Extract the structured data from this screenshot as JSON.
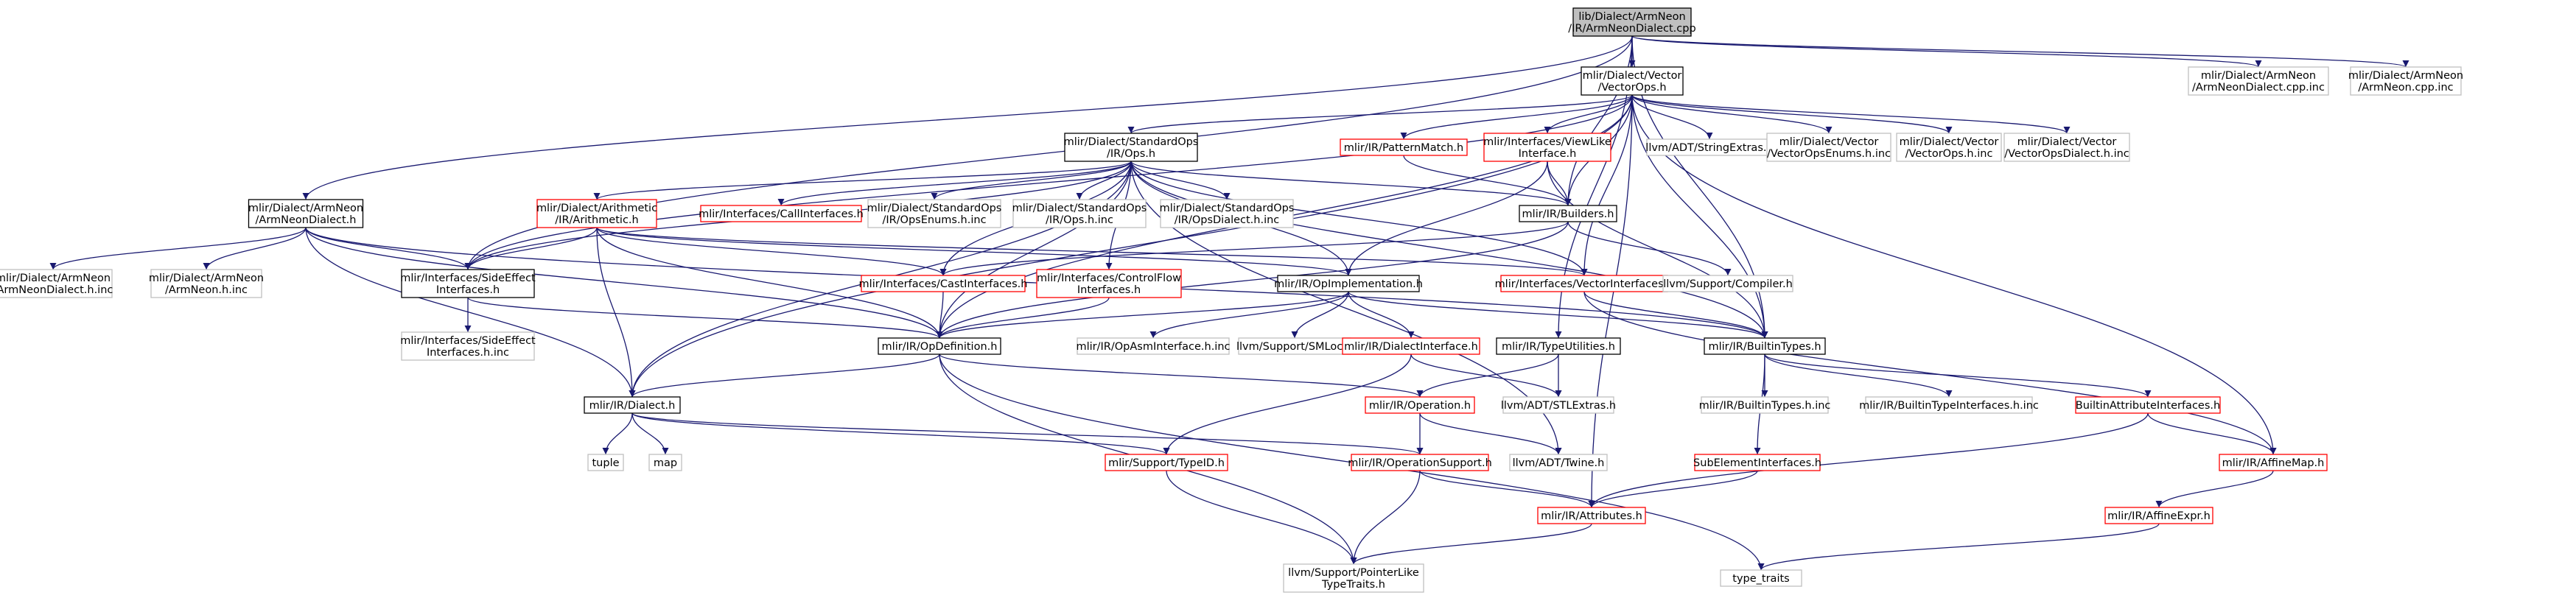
{
  "colors": {
    "edge": "#191970",
    "text": "#000000",
    "box_black": "#000000",
    "box_red": "#ff0000",
    "box_gray": "#bfbfbf",
    "root_fill": "#bfbfbf",
    "fill": "#ffffff"
  },
  "nodes": [
    {
      "id": "root",
      "lines": [
        "lib/Dialect/ArmNeon",
        "/IR/ArmNeonDialect.cpp"
      ],
      "border": "black",
      "root": true
    },
    {
      "id": "vectorops_h",
      "lines": [
        "mlir/Dialect/Vector",
        "/VectorOps.h"
      ],
      "border": "black"
    },
    {
      "id": "armneondialect_cpp_inc",
      "lines": [
        "mlir/Dialect/ArmNeon",
        "/ArmNeonDialect.cpp.inc"
      ],
      "border": "gray"
    },
    {
      "id": "armneon_cpp_inc",
      "lines": [
        "mlir/Dialect/ArmNeon",
        "/ArmNeon.cpp.inc"
      ],
      "border": "gray"
    },
    {
      "id": "standardops_h",
      "lines": [
        "mlir/Dialect/StandardOps",
        "/IR/Ops.h"
      ],
      "border": "black"
    },
    {
      "id": "patternmatch_h",
      "lines": [
        "mlir/IR/PatternMatch.h"
      ],
      "border": "red"
    },
    {
      "id": "viewlike_h",
      "lines": [
        "mlir/Interfaces/ViewLike",
        "Interface.h"
      ],
      "border": "red"
    },
    {
      "id": "stringextras_h",
      "lines": [
        "llvm/ADT/StringExtras.h"
      ],
      "border": "gray"
    },
    {
      "id": "vectoropsenums_h_inc",
      "lines": [
        "mlir/Dialect/Vector",
        "/VectorOpsEnums.h.inc"
      ],
      "border": "gray"
    },
    {
      "id": "vectorops_h_inc",
      "lines": [
        "mlir/Dialect/Vector",
        "/VectorOps.h.inc"
      ],
      "border": "gray"
    },
    {
      "id": "vectoropsdialect_h_inc",
      "lines": [
        "mlir/Dialect/Vector",
        "/VectorOpsDialect.h.inc"
      ],
      "border": "gray"
    },
    {
      "id": "armneondialect_h",
      "lines": [
        "mlir/Dialect/ArmNeon",
        "/ArmNeonDialect.h"
      ],
      "border": "black"
    },
    {
      "id": "arithmetic_h",
      "lines": [
        "mlir/Dialect/Arithmetic",
        "/IR/Arithmetic.h"
      ],
      "border": "red"
    },
    {
      "id": "callinterfaces_h",
      "lines": [
        "mlir/Interfaces/CallInterfaces.h"
      ],
      "border": "red"
    },
    {
      "id": "stdopsenums_h_inc",
      "lines": [
        "mlir/Dialect/StandardOps",
        "/IR/OpsEnums.h.inc"
      ],
      "border": "gray"
    },
    {
      "id": "stdops_h_inc",
      "lines": [
        "mlir/Dialect/StandardOps",
        "/IR/Ops.h.inc"
      ],
      "border": "gray"
    },
    {
      "id": "stdopsdialect_h_inc",
      "lines": [
        "mlir/Dialect/StandardOps",
        "/IR/OpsDialect.h.inc"
      ],
      "border": "gray"
    },
    {
      "id": "builders_h",
      "lines": [
        "mlir/IR/Builders.h"
      ],
      "border": "black"
    },
    {
      "id": "armneondialect_h_inc",
      "lines": [
        "mlir/Dialect/ArmNeon",
        "/ArmNeonDialect.h.inc"
      ],
      "border": "gray"
    },
    {
      "id": "armneon_h_inc",
      "lines": [
        "mlir/Dialect/ArmNeon",
        "/ArmNeon.h.inc"
      ],
      "border": "gray"
    },
    {
      "id": "sideeffect_h",
      "lines": [
        "mlir/Interfaces/SideEffect",
        "Interfaces.h"
      ],
      "border": "black"
    },
    {
      "id": "castinterfaces_h",
      "lines": [
        "mlir/Interfaces/CastInterfaces.h"
      ],
      "border": "red"
    },
    {
      "id": "controlflow_h",
      "lines": [
        "mlir/Interfaces/ControlFlow",
        "Interfaces.h"
      ],
      "border": "red"
    },
    {
      "id": "opimplementation_h",
      "lines": [
        "mlir/IR/OpImplementation.h"
      ],
      "border": "black"
    },
    {
      "id": "vectorinterfaces_h",
      "lines": [
        "mlir/Interfaces/VectorInterfaces.h"
      ],
      "border": "red"
    },
    {
      "id": "compiler_h",
      "lines": [
        "llvm/Support/Compiler.h"
      ],
      "border": "gray"
    },
    {
      "id": "sideeffect_h_inc",
      "lines": [
        "mlir/Interfaces/SideEffect",
        "Interfaces.h.inc"
      ],
      "border": "gray"
    },
    {
      "id": "opdefinition_h",
      "lines": [
        "mlir/IR/OpDefinition.h"
      ],
      "border": "black"
    },
    {
      "id": "opsasminterface_h_inc",
      "lines": [
        "mlir/IR/OpAsmInterface.h.inc"
      ],
      "border": "gray"
    },
    {
      "id": "smloc_h",
      "lines": [
        "llvm/Support/SMLoc.h"
      ],
      "border": "gray"
    },
    {
      "id": "dialectinterface_h",
      "lines": [
        "mlir/IR/DialectInterface.h"
      ],
      "border": "red"
    },
    {
      "id": "typeutilities_h",
      "lines": [
        "mlir/IR/TypeUtilities.h"
      ],
      "border": "black"
    },
    {
      "id": "builtintypes_h",
      "lines": [
        "mlir/IR/BuiltinTypes.h"
      ],
      "border": "black"
    },
    {
      "id": "dialect_h",
      "lines": [
        "mlir/IR/Dialect.h"
      ],
      "border": "black"
    },
    {
      "id": "operation_h",
      "lines": [
        "mlir/IR/Operation.h"
      ],
      "border": "red"
    },
    {
      "id": "stlextras_h",
      "lines": [
        "llvm/ADT/STLExtras.h"
      ],
      "border": "gray"
    },
    {
      "id": "builtintypes_h_inc",
      "lines": [
        "mlir/IR/BuiltinTypes.h.inc"
      ],
      "border": "gray"
    },
    {
      "id": "builtintypeinterfaces_h_inc",
      "lines": [
        "mlir/IR/BuiltinTypeInterfaces.h.inc"
      ],
      "border": "gray"
    },
    {
      "id": "builtinattributeinterfaces_h",
      "lines": [
        "BuiltinAttributeInterfaces.h"
      ],
      "border": "red"
    },
    {
      "id": "tuple",
      "lines": [
        "tuple"
      ],
      "border": "gray"
    },
    {
      "id": "map",
      "lines": [
        "map"
      ],
      "border": "gray"
    },
    {
      "id": "typeid_h",
      "lines": [
        "mlir/Support/TypeID.h"
      ],
      "border": "red"
    },
    {
      "id": "operationsupport_h",
      "lines": [
        "mlir/IR/OperationSupport.h"
      ],
      "border": "red"
    },
    {
      "id": "twine_h",
      "lines": [
        "llvm/ADT/Twine.h"
      ],
      "border": "gray"
    },
    {
      "id": "subelementinterfaces_h",
      "lines": [
        "SubElementInterfaces.h"
      ],
      "border": "red"
    },
    {
      "id": "affinemap_h",
      "lines": [
        "mlir/IR/AffineMap.h"
      ],
      "border": "red"
    },
    {
      "id": "attributes_h",
      "lines": [
        "mlir/IR/Attributes.h"
      ],
      "border": "red"
    },
    {
      "id": "affineexpr_h",
      "lines": [
        "mlir/IR/AffineExpr.h"
      ],
      "border": "red"
    },
    {
      "id": "pointerliketypetraits_h",
      "lines": [
        "llvm/Support/PointerLike",
        "TypeTraits.h"
      ],
      "border": "gray"
    },
    {
      "id": "type_traits",
      "lines": [
        "type_traits"
      ],
      "border": "gray"
    }
  ],
  "edges": [
    [
      "root",
      "vectorops_h"
    ],
    [
      "root",
      "armneondialect_cpp_inc"
    ],
    [
      "root",
      "armneon_cpp_inc"
    ],
    [
      "root",
      "armneondialect_h"
    ],
    [
      "root",
      "builders_h"
    ],
    [
      "root",
      "sideeffect_h"
    ],
    [
      "root",
      "builtintypes_h"
    ],
    [
      "root",
      "typeutilities_h"
    ],
    [
      "vectorops_h",
      "standardops_h"
    ],
    [
      "vectorops_h",
      "patternmatch_h"
    ],
    [
      "vectorops_h",
      "viewlike_h"
    ],
    [
      "vectorops_h",
      "stringextras_h"
    ],
    [
      "vectorops_h",
      "vectoropsenums_h_inc"
    ],
    [
      "vectorops_h",
      "vectorops_h_inc"
    ],
    [
      "vectorops_h",
      "vectoropsdialect_h_inc"
    ],
    [
      "vectorops_h",
      "builders_h"
    ],
    [
      "vectorops_h",
      "vectorinterfaces_h"
    ],
    [
      "vectorops_h",
      "affinemap_h"
    ],
    [
      "vectorops_h",
      "builtintypes_h"
    ],
    [
      "vectorops_h",
      "opdefinition_h"
    ],
    [
      "vectorops_h",
      "sideeffect_h"
    ],
    [
      "vectorops_h",
      "dialect_h"
    ],
    [
      "vectorops_h",
      "attributes_h"
    ],
    [
      "standardops_h",
      "arithmetic_h"
    ],
    [
      "standardops_h",
      "callinterfaces_h"
    ],
    [
      "standardops_h",
      "stdopsenums_h_inc"
    ],
    [
      "standardops_h",
      "stdops_h_inc"
    ],
    [
      "standardops_h",
      "stdopsdialect_h_inc"
    ],
    [
      "standardops_h",
      "builders_h"
    ],
    [
      "standardops_h",
      "sideeffect_h"
    ],
    [
      "standardops_h",
      "castinterfaces_h"
    ],
    [
      "standardops_h",
      "controlflow_h"
    ],
    [
      "standardops_h",
      "opimplementation_h"
    ],
    [
      "standardops_h",
      "vectorinterfaces_h"
    ],
    [
      "standardops_h",
      "opdefinition_h"
    ],
    [
      "standardops_h",
      "builtintypes_h"
    ],
    [
      "standardops_h",
      "dialect_h"
    ],
    [
      "standardops_h",
      "twine_h"
    ],
    [
      "patternmatch_h",
      "builders_h"
    ],
    [
      "viewlike_h",
      "builders_h"
    ],
    [
      "viewlike_h",
      "builtintypes_h"
    ],
    [
      "viewlike_h",
      "opimplementation_h"
    ],
    [
      "armneondialect_h",
      "armneondialect_h_inc"
    ],
    [
      "armneondialect_h",
      "armneon_h_inc"
    ],
    [
      "armneondialect_h",
      "sideeffect_h"
    ],
    [
      "armneondialect_h",
      "opdefinition_h"
    ],
    [
      "armneondialect_h",
      "dialect_h"
    ],
    [
      "armneondialect_h",
      "builtintypes_h"
    ],
    [
      "arithmetic_h",
      "sideeffect_h"
    ],
    [
      "arithmetic_h",
      "castinterfaces_h"
    ],
    [
      "arithmetic_h",
      "vectorinterfaces_h"
    ],
    [
      "arithmetic_h",
      "opdefinition_h"
    ],
    [
      "arithmetic_h",
      "opimplementation_h"
    ],
    [
      "arithmetic_h",
      "dialect_h"
    ],
    [
      "builders_h",
      "compiler_h"
    ],
    [
      "builders_h",
      "opdefinition_h"
    ],
    [
      "builders_h",
      "castinterfaces_h"
    ],
    [
      "sideeffect_h",
      "sideeffect_h_inc"
    ],
    [
      "sideeffect_h",
      "opdefinition_h"
    ],
    [
      "castinterfaces_h",
      "opdefinition_h"
    ],
    [
      "controlflow_h",
      "opdefinition_h"
    ],
    [
      "opimplementation_h",
      "opdefinition_h"
    ],
    [
      "opimplementation_h",
      "opsasminterface_h_inc"
    ],
    [
      "opimplementation_h",
      "smloc_h"
    ],
    [
      "opimplementation_h",
      "dialectinterface_h"
    ],
    [
      "opimplementation_h",
      "builtintypes_h"
    ],
    [
      "vectorinterfaces_h",
      "builtintypes_h"
    ],
    [
      "vectorinterfaces_h",
      "affinemap_h"
    ],
    [
      "opdefinition_h",
      "dialect_h"
    ],
    [
      "opdefinition_h",
      "operation_h"
    ],
    [
      "opdefinition_h",
      "pointerliketypetraits_h"
    ],
    [
      "opdefinition_h",
      "type_traits"
    ],
    [
      "dialectinterface_h",
      "typeid_h"
    ],
    [
      "dialectinterface_h",
      "stlextras_h"
    ],
    [
      "typeutilities_h",
      "operation_h"
    ],
    [
      "typeutilities_h",
      "stlextras_h"
    ],
    [
      "builtintypes_h",
      "builtintypes_h_inc"
    ],
    [
      "builtintypes_h",
      "builtintypeinterfaces_h_inc"
    ],
    [
      "builtintypes_h",
      "builtinattributeinterfaces_h"
    ],
    [
      "builtintypes_h",
      "subelementinterfaces_h"
    ],
    [
      "dialect_h",
      "tuple"
    ],
    [
      "dialect_h",
      "map"
    ],
    [
      "dialect_h",
      "typeid_h"
    ],
    [
      "dialect_h",
      "operationsupport_h"
    ],
    [
      "operation_h",
      "operationsupport_h"
    ],
    [
      "operation_h",
      "twine_h"
    ],
    [
      "builtinattributeinterfaces_h",
      "affinemap_h"
    ],
    [
      "builtinattributeinterfaces_h",
      "attributes_h"
    ],
    [
      "typeid_h",
      "pointerliketypetraits_h"
    ],
    [
      "operationsupport_h",
      "attributes_h"
    ],
    [
      "operationsupport_h",
      "pointerliketypetraits_h"
    ],
    [
      "subelementinterfaces_h",
      "attributes_h"
    ],
    [
      "affinemap_h",
      "affineexpr_h"
    ],
    [
      "attributes_h",
      "pointerliketypetraits_h"
    ],
    [
      "affineexpr_h",
      "type_traits"
    ]
  ]
}
